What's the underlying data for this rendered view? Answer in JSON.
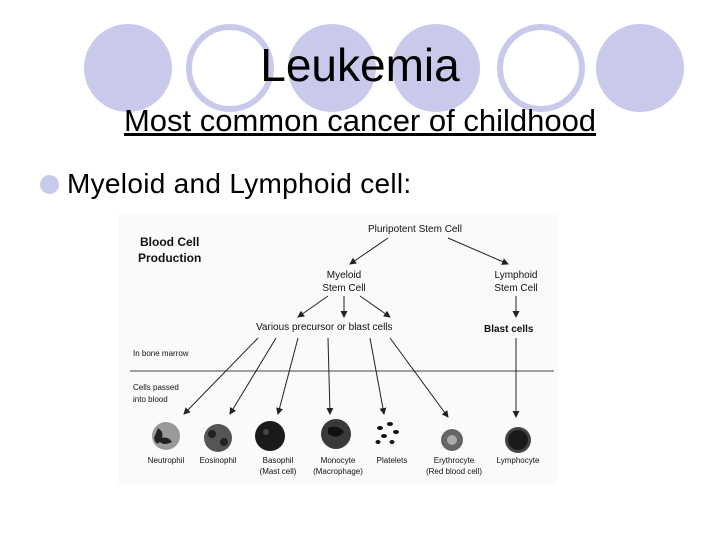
{
  "slide": {
    "title": "Leukemia",
    "subtitle": "Most common cancer of childhood",
    "bullet": "Myeloid and Lymphoid cell:"
  },
  "theme": {
    "circle_fill": "#c9c9ec",
    "circle_stroke": "#c9c9ec"
  },
  "diagram": {
    "heading_line1": "Blood Cell",
    "heading_line2": "Production",
    "pluripotent": "Pluripotent Stem Cell",
    "myeloid_line1": "Myeloid",
    "myeloid_line2": "Stem Cell",
    "lymphoid_line1": "Lymphoid",
    "lymphoid_line2": "Stem Cell",
    "precursor": "Various precursor or blast cells",
    "blast": "Blast cells",
    "bone_marrow": "In bone marrow",
    "passed_line1": "Cells passed",
    "passed_line2": "into blood",
    "cells": [
      {
        "name": "Neutrophil",
        "sub": ""
      },
      {
        "name": "Eosinophil",
        "sub": ""
      },
      {
        "name": "Basophil",
        "sub": "(Mast cell)"
      },
      {
        "name": "Monocyte",
        "sub": "(Macrophage)"
      },
      {
        "name": "Platelets",
        "sub": ""
      },
      {
        "name": "Erythrocyte",
        "sub": "(Red blood cell)"
      },
      {
        "name": "Lymphocyte",
        "sub": ""
      }
    ]
  }
}
